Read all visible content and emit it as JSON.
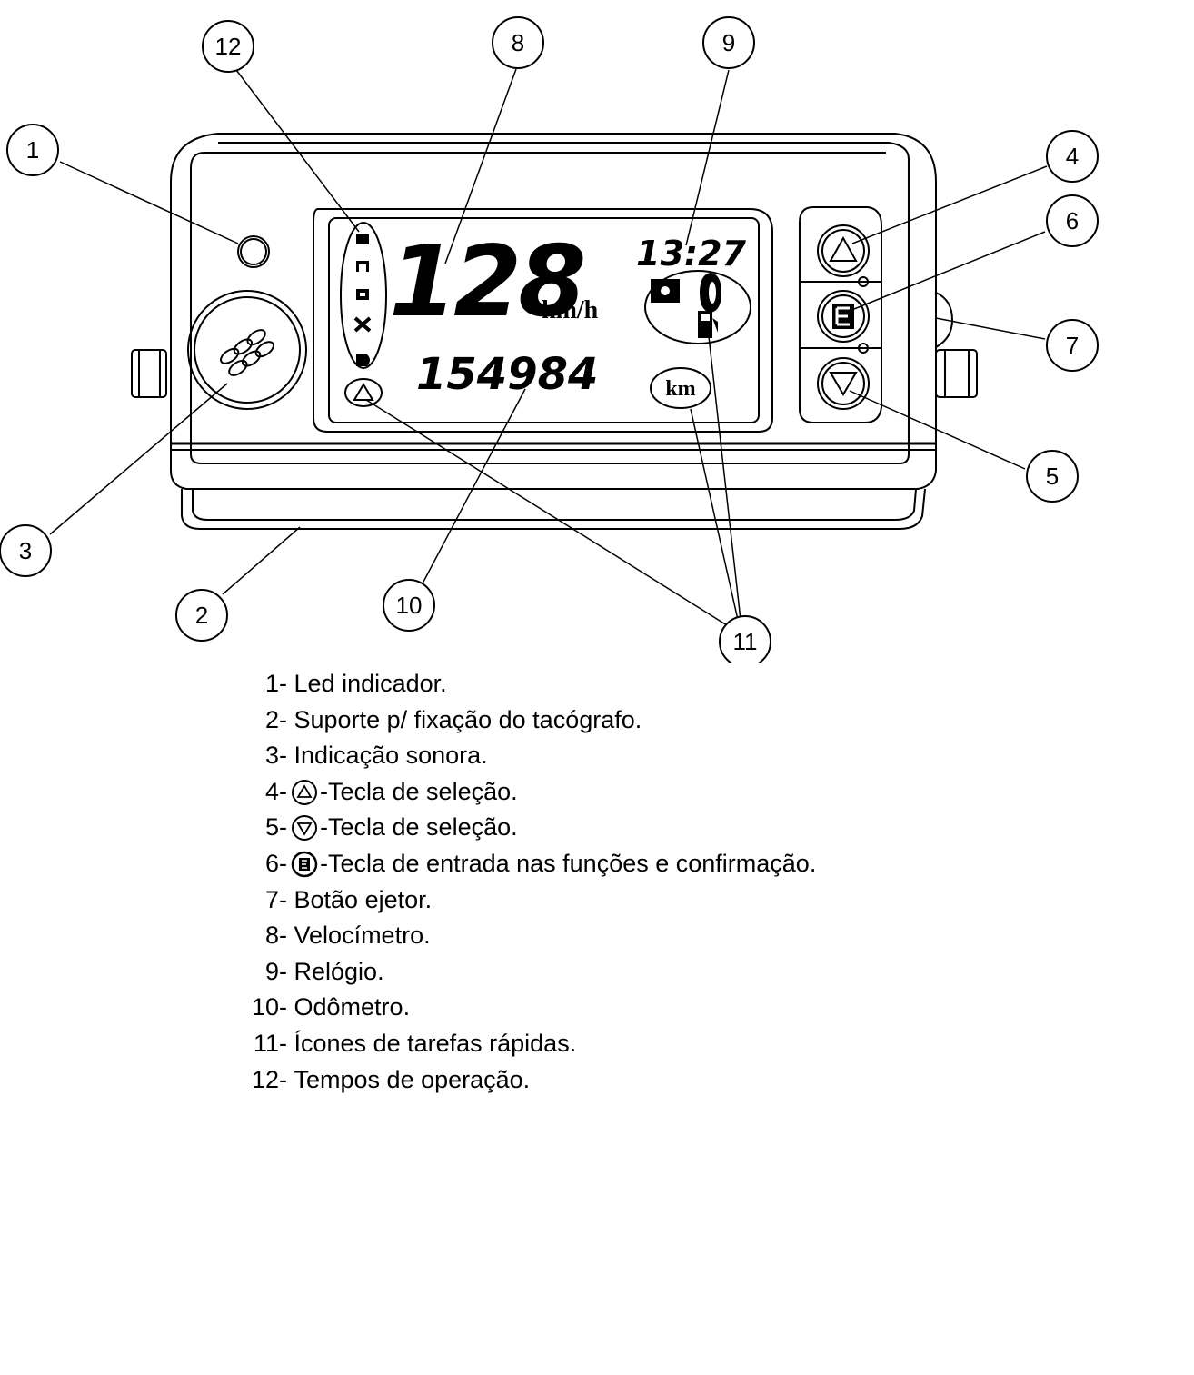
{
  "display": {
    "speed": "128",
    "speed_unit": "km/h",
    "clock": "13:27",
    "odometer": "154984",
    "odometer_unit": "km"
  },
  "callouts": [
    "1",
    "2",
    "3",
    "4",
    "5",
    "6",
    "7",
    "8",
    "9",
    "10",
    "11",
    "12"
  ],
  "legend": [
    {
      "num": "1-",
      "text": "Led indicador.",
      "icon": ""
    },
    {
      "num": "2-",
      "text": "Suporte p/ fixação do tacógrafo.",
      "icon": ""
    },
    {
      "num": "3-",
      "text": "Indicação sonora.",
      "icon": ""
    },
    {
      "num": "4-",
      "text": "-Tecla de seleção.",
      "icon": "up-triangle-key-icon"
    },
    {
      "num": "5-",
      "text": "-Tecla de seleção.",
      "icon": "down-triangle-key-icon"
    },
    {
      "num": "6-",
      "text": "-Tecla de entrada nas funções e confirmação.",
      "icon": "enter-key-icon"
    },
    {
      "num": "7-",
      "text": "Botão ejetor.",
      "icon": ""
    },
    {
      "num": "8-",
      "text": "Velocímetro.",
      "icon": ""
    },
    {
      "num": "9-",
      "text": "Relógio.",
      "icon": ""
    },
    {
      "num": "10-",
      "text": "Odômetro.",
      "icon": ""
    },
    {
      "num": "11-",
      "text": "Ícones de tarefas rápidas.",
      "icon": ""
    },
    {
      "num": "12-",
      "text": "Tempos de operação.",
      "icon": ""
    }
  ]
}
